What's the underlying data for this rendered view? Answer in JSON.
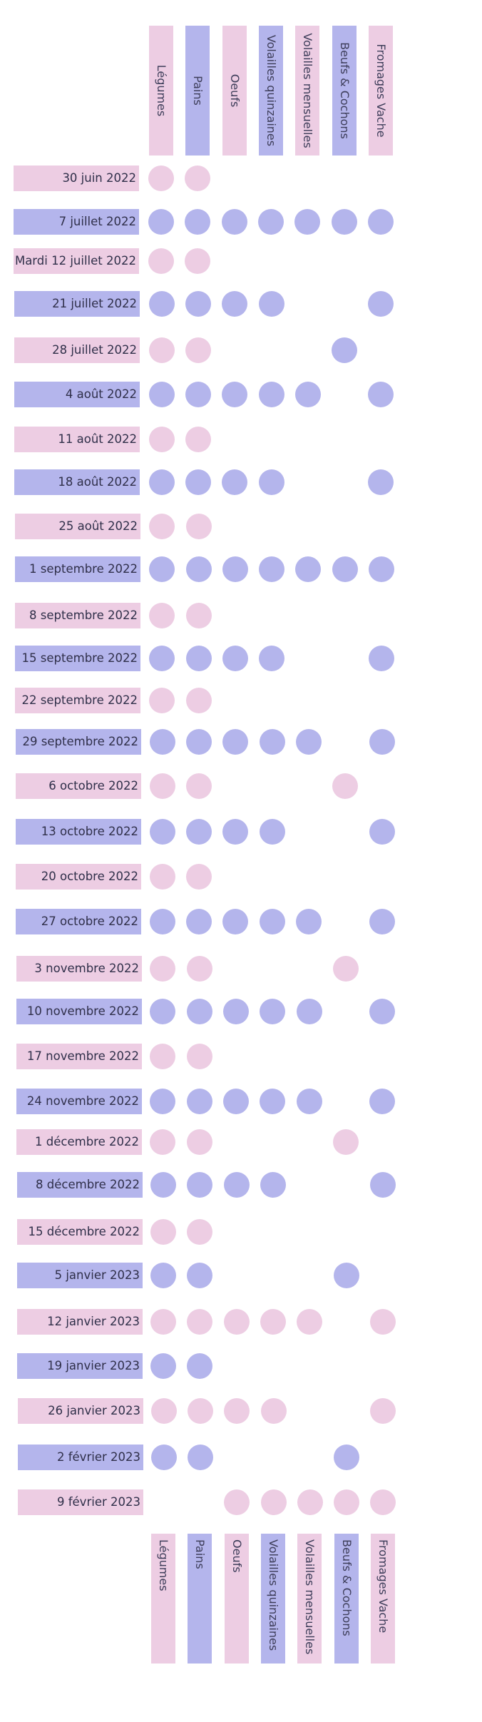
{
  "colors": {
    "pink": "#edcde3",
    "blue": "#b4b5ec"
  },
  "columns": [
    "Légumes",
    "Pains",
    "Oeufs",
    "Volailles quinzaines",
    "Volailles mensuelles",
    "Beufs & Cochons",
    "Fromages Vache"
  ],
  "rows": [
    {
      "date": "30 juin 2022",
      "color": "pink",
      "deliveries": [
        1,
        1,
        0,
        0,
        0,
        0,
        0
      ]
    },
    {
      "date": "7 juillet 2022",
      "color": "blue",
      "deliveries": [
        1,
        1,
        1,
        1,
        1,
        1,
        1
      ]
    },
    {
      "date": "Mardi 12 juillet 2022",
      "color": "pink",
      "deliveries": [
        1,
        1,
        0,
        0,
        0,
        0,
        0
      ]
    },
    {
      "date": "21 juillet 2022",
      "color": "blue",
      "deliveries": [
        1,
        1,
        1,
        1,
        0,
        0,
        1
      ]
    },
    {
      "date": "28 juillet 2022",
      "color": "pink",
      "deliveries": [
        1,
        1,
        0,
        0,
        0,
        1,
        0
      ],
      "override": {
        "5": "blue"
      }
    },
    {
      "date": "4 août 2022",
      "color": "blue",
      "deliveries": [
        1,
        1,
        1,
        1,
        1,
        0,
        1
      ]
    },
    {
      "date": "11 août 2022",
      "color": "pink",
      "deliveries": [
        1,
        1,
        0,
        0,
        0,
        0,
        0
      ]
    },
    {
      "date": "18 août 2022",
      "color": "blue",
      "deliveries": [
        1,
        1,
        1,
        1,
        0,
        0,
        1
      ]
    },
    {
      "date": "25 août 2022",
      "color": "pink",
      "deliveries": [
        1,
        1,
        0,
        0,
        0,
        0,
        0
      ]
    },
    {
      "date": "1 septembre 2022",
      "color": "blue",
      "deliveries": [
        1,
        1,
        1,
        1,
        1,
        1,
        1
      ]
    },
    {
      "date": "8 septembre 2022",
      "color": "pink",
      "deliveries": [
        1,
        1,
        0,
        0,
        0,
        0,
        0
      ]
    },
    {
      "date": "15 septembre 2022",
      "color": "blue",
      "deliveries": [
        1,
        1,
        1,
        1,
        0,
        0,
        1
      ]
    },
    {
      "date": "22 septembre 2022",
      "color": "pink",
      "deliveries": [
        1,
        1,
        0,
        0,
        0,
        0,
        0
      ]
    },
    {
      "date": "29 septembre 2022",
      "color": "blue",
      "deliveries": [
        1,
        1,
        1,
        1,
        1,
        0,
        1
      ]
    },
    {
      "date": "6 octobre 2022",
      "color": "pink",
      "deliveries": [
        1,
        1,
        0,
        0,
        0,
        1,
        0
      ]
    },
    {
      "date": "13 octobre 2022",
      "color": "blue",
      "deliveries": [
        1,
        1,
        1,
        1,
        0,
        0,
        1
      ]
    },
    {
      "date": "20 octobre 2022",
      "color": "pink",
      "deliveries": [
        1,
        1,
        0,
        0,
        0,
        0,
        0
      ]
    },
    {
      "date": "27 octobre 2022",
      "color": "blue",
      "deliveries": [
        1,
        1,
        1,
        1,
        1,
        0,
        1
      ]
    },
    {
      "date": "3 novembre 2022",
      "color": "pink",
      "deliveries": [
        1,
        1,
        0,
        0,
        0,
        1,
        0
      ]
    },
    {
      "date": "10 novembre 2022",
      "color": "blue",
      "deliveries": [
        1,
        1,
        1,
        1,
        1,
        0,
        1
      ]
    },
    {
      "date": "17 novembre 2022",
      "color": "pink",
      "deliveries": [
        1,
        1,
        0,
        0,
        0,
        0,
        0
      ]
    },
    {
      "date": "24 novembre 2022",
      "color": "blue",
      "deliveries": [
        1,
        1,
        1,
        1,
        1,
        0,
        1
      ]
    },
    {
      "date": "1 décembre 2022",
      "color": "pink",
      "deliveries": [
        1,
        1,
        0,
        0,
        0,
        1,
        0
      ]
    },
    {
      "date": "8 décembre 2022",
      "color": "blue",
      "deliveries": [
        1,
        1,
        1,
        1,
        0,
        0,
        1
      ]
    },
    {
      "date": "15 décembre 2022",
      "color": "pink",
      "deliveries": [
        1,
        1,
        0,
        0,
        0,
        0,
        0
      ]
    },
    {
      "date": "5 janvier 2023",
      "color": "blue",
      "deliveries": [
        1,
        1,
        0,
        0,
        0,
        1,
        0
      ]
    },
    {
      "date": "12 janvier 2023",
      "color": "pink",
      "deliveries": [
        1,
        1,
        1,
        1,
        1,
        0,
        1
      ]
    },
    {
      "date": "19 janvier 2023",
      "color": "blue",
      "deliveries": [
        1,
        1,
        0,
        0,
        0,
        0,
        0
      ]
    },
    {
      "date": "26 janvier 2023",
      "color": "pink",
      "deliveries": [
        1,
        1,
        1,
        1,
        0,
        0,
        1
      ]
    },
    {
      "date": "2 février 2023",
      "color": "blue",
      "deliveries": [
        1,
        1,
        0,
        0,
        0,
        1,
        0
      ]
    },
    {
      "date": "9 février 2023",
      "color": "pink",
      "deliveries": [
        0,
        0,
        1,
        1,
        1,
        1,
        1
      ]
    }
  ]
}
